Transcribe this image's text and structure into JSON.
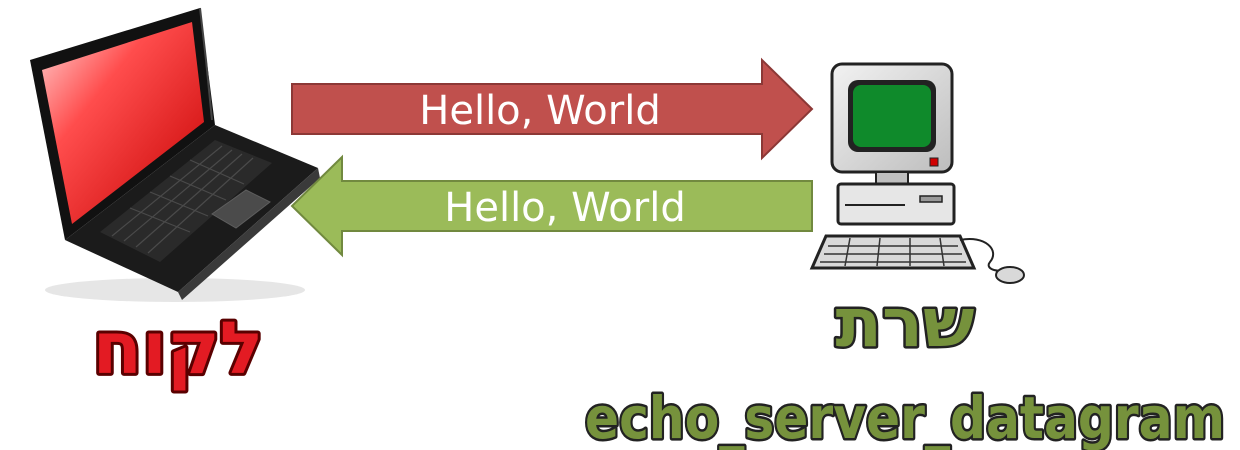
{
  "request_arrow": {
    "label": "Hello, World",
    "color": "#c0504d",
    "direction": "client-to-server"
  },
  "response_arrow": {
    "label": "Hello, World",
    "color": "#9bbb59",
    "direction": "server-to-client"
  },
  "client": {
    "icon": "laptop-icon",
    "label": "לקוח",
    "label_color": "#e31b23"
  },
  "server": {
    "icon": "desktop-computer-icon",
    "label": "שרת",
    "program_name": "echo_server_datagram",
    "label_color": "#76923c"
  }
}
